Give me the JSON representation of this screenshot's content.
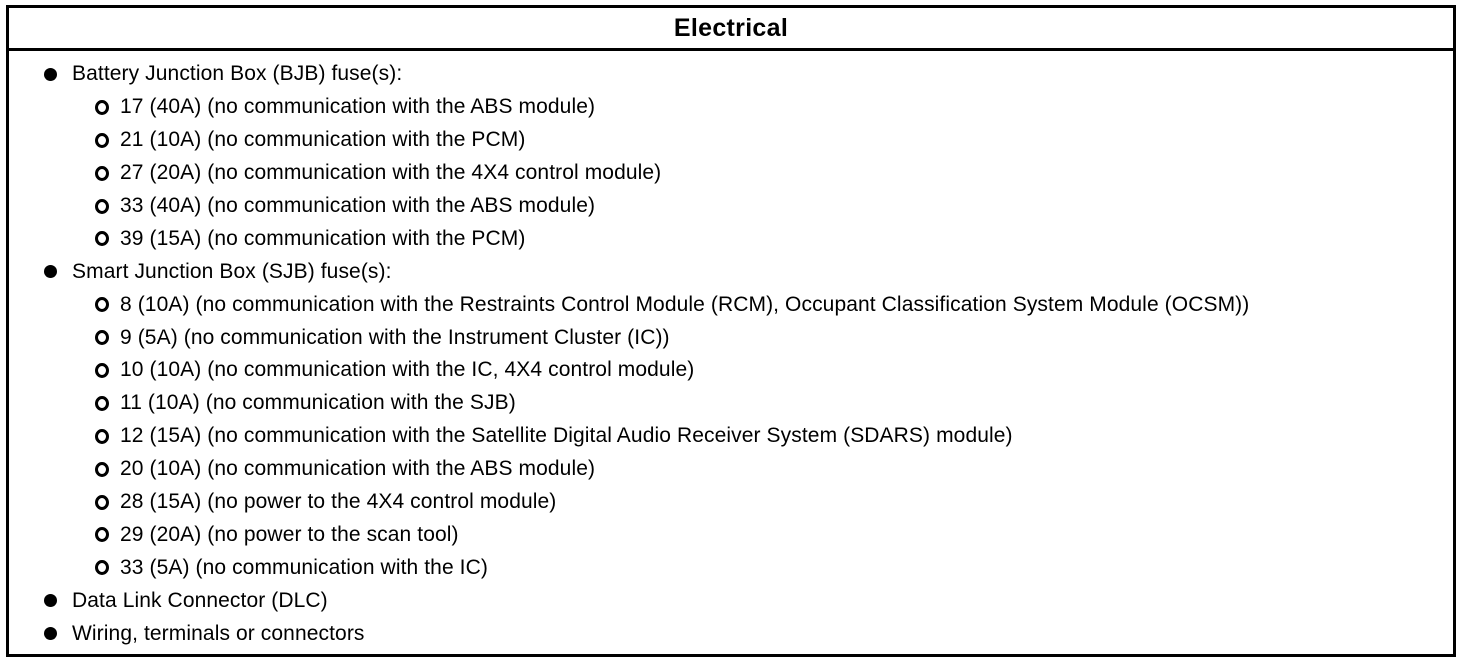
{
  "table": {
    "header": "Electrical",
    "items": [
      {
        "label": "Battery Junction Box (BJB) fuse(s):",
        "subitems": [
          "17 (40A) (no communication with the ABS module)",
          "21 (10A) (no communication with the PCM)",
          "27 (20A) (no communication with the 4X4 control module)",
          "33 (40A) (no communication with the ABS module)",
          "39 (15A) (no communication with the PCM)"
        ]
      },
      {
        "label": "Smart Junction Box (SJB) fuse(s):",
        "subitems": [
          "8 (10A) (no communication with the Restraints Control Module (RCM), Occupant Classification System Module (OCSM))",
          "9 (5A) (no communication with the Instrument Cluster (IC))",
          "10 (10A) (no communication with the IC, 4X4 control module)",
          "11 (10A) (no communication with the SJB)",
          "12 (15A) (no communication with the Satellite Digital Audio Receiver System (SDARS) module)",
          "20 (10A) (no communication with the ABS module)",
          "28 (15A) (no power to the 4X4 control module)",
          "29 (20A) (no power to the scan tool)",
          "33 (5A) (no communication with the IC)"
        ]
      },
      {
        "label": "Data Link Connector (DLC)",
        "subitems": []
      },
      {
        "label": "Wiring, terminals or connectors",
        "subitems": []
      }
    ]
  }
}
